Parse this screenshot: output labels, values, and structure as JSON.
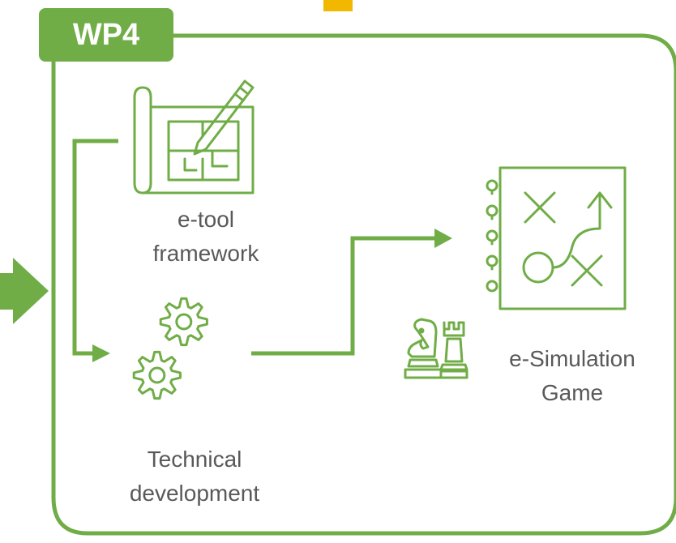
{
  "wp_label": "WP4",
  "nodes": {
    "etool": {
      "line1": "e-tool",
      "line2": "framework"
    },
    "technical": {
      "line1": "Technical",
      "line2": "development"
    },
    "simulation": {
      "line1": "e-Simulation",
      "line2": "Game"
    }
  },
  "icons": {
    "blueprint": "blueprint-pencil-icon",
    "gears": "gears-icon",
    "strategy": "strategy-notebook-icon",
    "chess": "chess-pieces-icon",
    "incoming": "right-arrow-icon"
  },
  "colors": {
    "green": "#70ad47",
    "orange": "#f2b800",
    "text": "#595959"
  }
}
